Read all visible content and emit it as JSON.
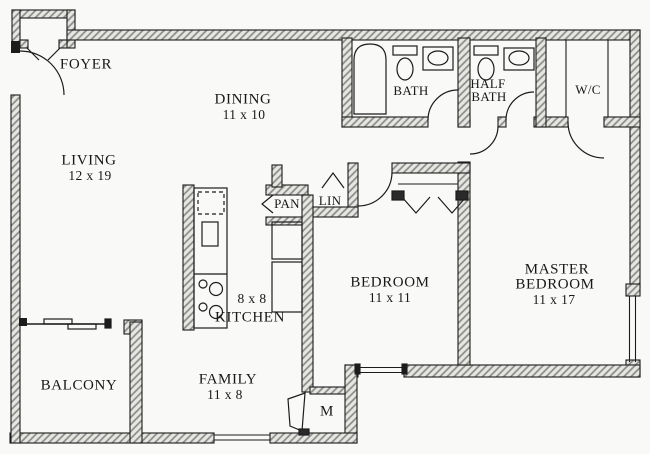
{
  "title": "Two-bedroom apartment floor plan",
  "rooms": {
    "foyer": {
      "label": "FOYER"
    },
    "living": {
      "label": "LIVING",
      "dims": "12 x 19"
    },
    "dining": {
      "label": "DINING",
      "dims": "11 x 10"
    },
    "bath": {
      "label": "BATH"
    },
    "half_bath": {
      "line1": "HALF",
      "line2": "BATH"
    },
    "wc": {
      "label": "W/C"
    },
    "pantry": {
      "label": "PAN"
    },
    "linen": {
      "label": "LIN"
    },
    "kitchen": {
      "label": "KITCHEN",
      "dims": "8 x 8"
    },
    "bedroom": {
      "label": "BEDROOM",
      "dims": "11 x 11"
    },
    "master_bedroom": {
      "line1": "MASTER",
      "line2": "BEDROOM",
      "dims": "11 x 17"
    },
    "family": {
      "label": "FAMILY",
      "dims": "11 x 8"
    },
    "balcony": {
      "label": "BALCONY"
    },
    "mechanical": {
      "label": "M"
    }
  },
  "colors": {
    "paper": "#f9f9f7",
    "line": "#1c1c1c",
    "wall_hatch": "#8a8a88",
    "wall_fill": "#e6e6e3"
  }
}
